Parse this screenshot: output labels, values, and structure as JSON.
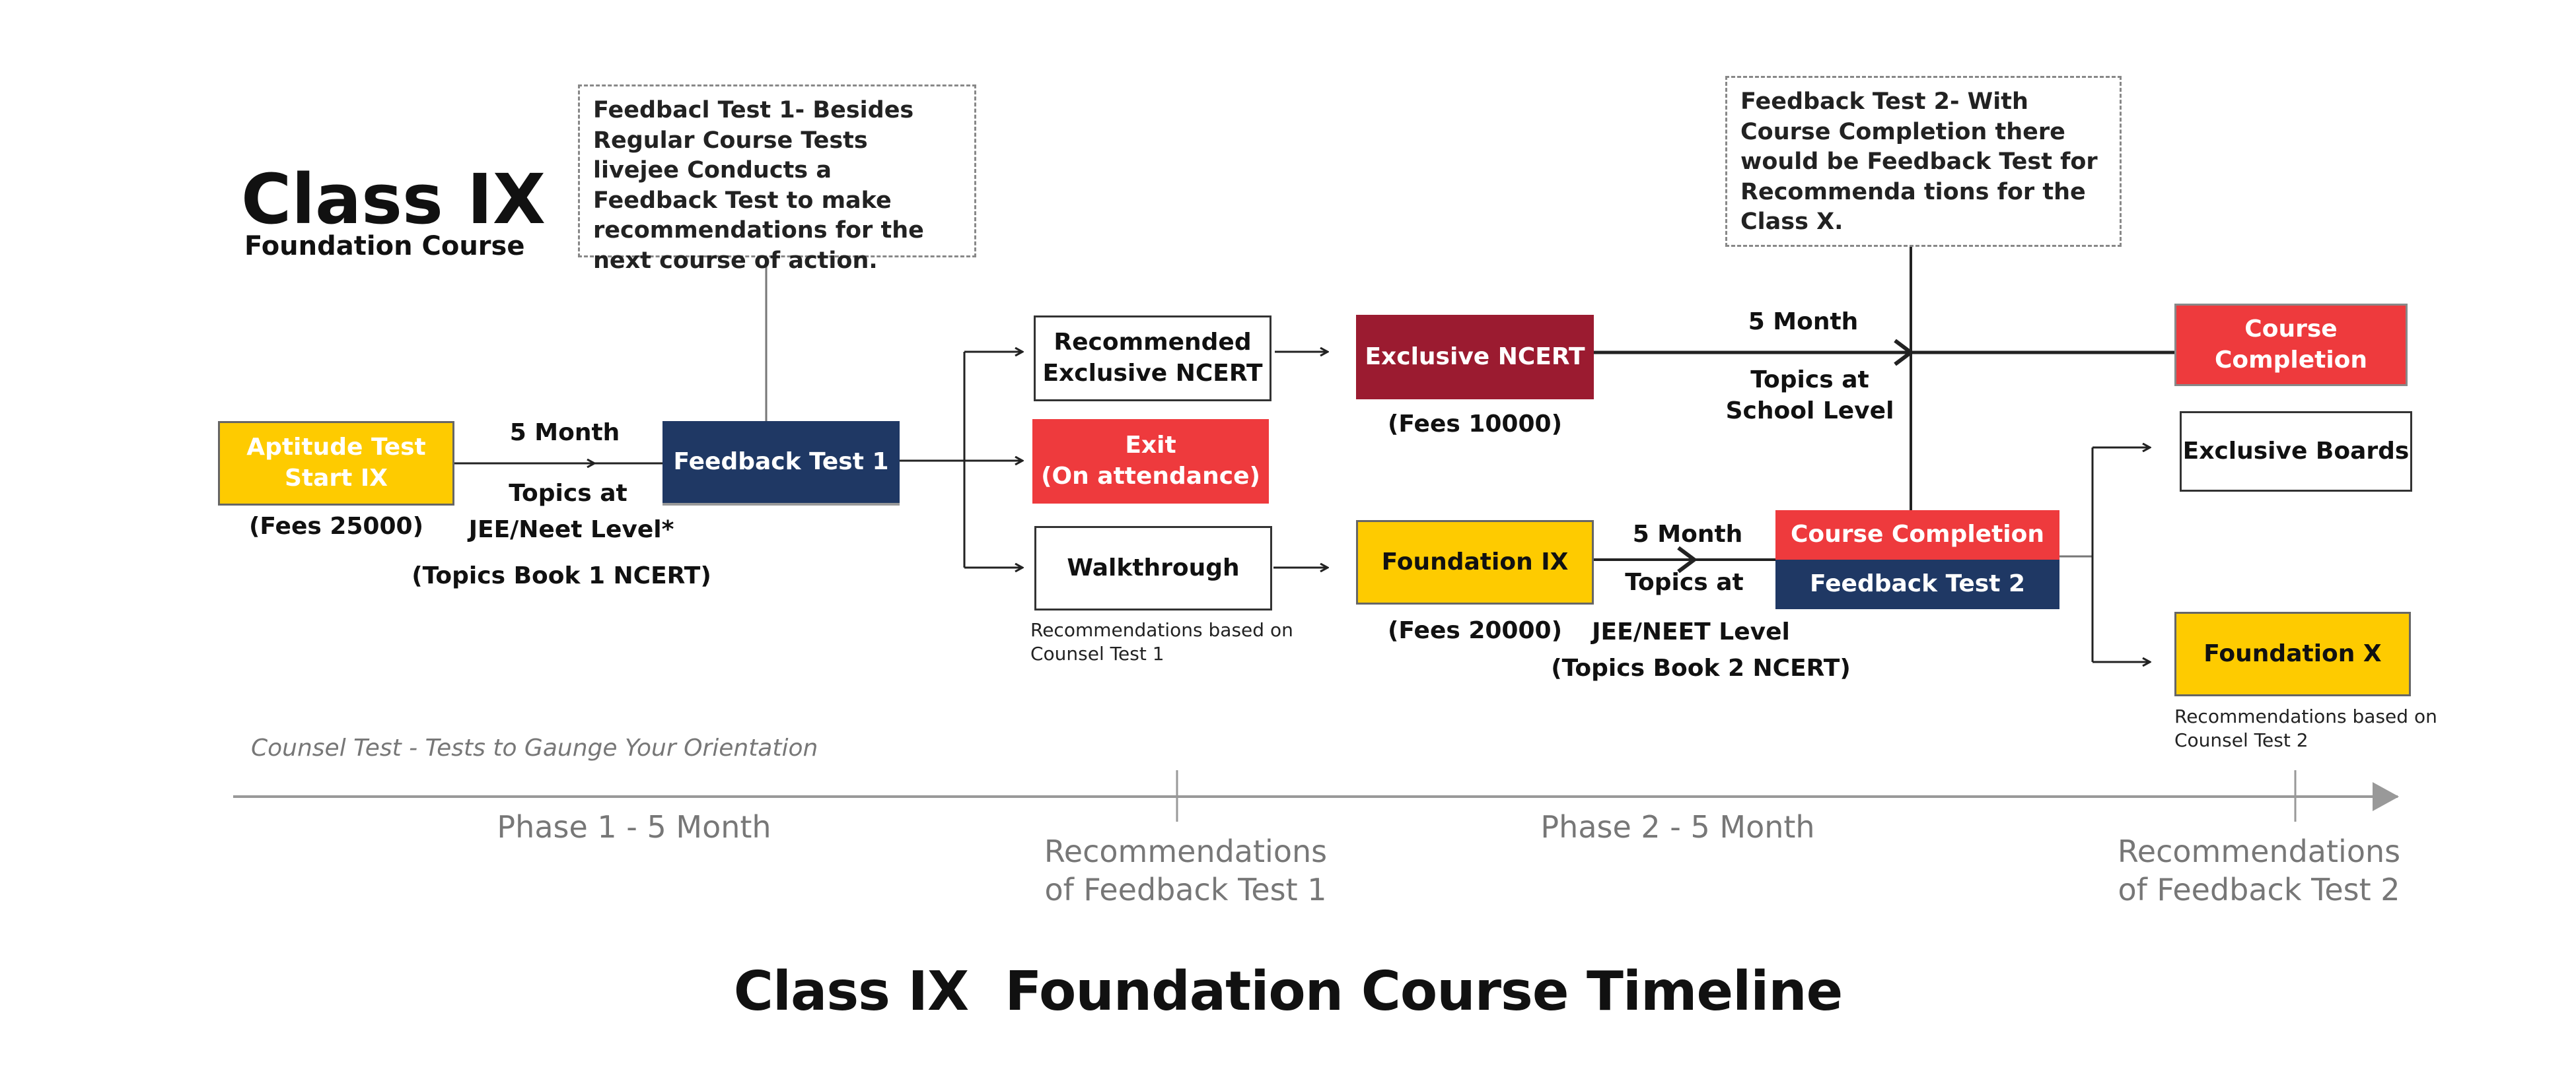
{
  "header": {
    "title": "Class IX",
    "subtitle": "Foundation Course"
  },
  "callouts": {
    "test1": "Feedbacl Test 1- Besides Regular Course Tests livejee Conducts a Feedback Test to make recommendations for the next course of action.",
    "test2": "Feedback Test 2- With Course Completion there would be Feedback Test for Recommenda tions for the  Class X."
  },
  "nodes": {
    "aptitude": {
      "line1": "Aptitude Test",
      "line2": "Start IX"
    },
    "feedback1": "Feedback Test 1",
    "rec_ncert": {
      "line1": "Recommended",
      "line2": "Exclusive NCERT"
    },
    "exit": {
      "line1": "Exit",
      "line2": "(On attendance)"
    },
    "walkthrough": "Walkthrough",
    "exclusive_ncert": "Exclusive NCERT",
    "foundation_ix": "Foundation IX",
    "course_completion_top": {
      "line1": "Course",
      "line2": "Completion"
    },
    "course_completion_mid": "Course Completion",
    "feedback2": "Feedback Test 2",
    "exclusive_boards": "Exclusive Boards",
    "foundation_x": "Foundation X"
  },
  "labels": {
    "fees_aptitude": "(Fees 25000)",
    "month1": "5 Month",
    "topics1_a": "Topics  at",
    "topics1_b": "JEE/Neet Level*",
    "topics1_c": "(Topics Book 1 NCERT)",
    "fees_ncert": "(Fees 10000)",
    "month_school": "5 Month",
    "topics_school_a": "Topics  at",
    "topics_school_b": "School Level",
    "fees_foundation": "(Fees 20000)",
    "month2": "5 Month",
    "topics2_a": "Topics  at",
    "topics2_b": "JEE/NEET Level",
    "topics2_c": "(Topics Book 2 NCERT)"
  },
  "notes": {
    "rec1": {
      "line1": "Recommendations based on",
      "line2": "Counsel Test 1"
    },
    "rec2": {
      "line1": "Recommendations based on",
      "line2": "Counsel Test 2"
    },
    "counsel": "Counsel Test - Tests to Gaunge Your Orientation"
  },
  "timeline": {
    "phase1": "Phase 1 - 5 Month",
    "phase2": "Phase 2 - 5 Month",
    "rec_fb1": {
      "line1": "Recommendations",
      "line2": "of Feedback Test 1"
    },
    "rec_fb2": {
      "line1": "Recommendations",
      "line2": "of Feedback Test 2"
    }
  },
  "footer": {
    "title": "Class IX  Foundation Course Timeline"
  },
  "colors": {
    "yellow": "#fecb00",
    "navy": "#1f3864",
    "red": "#ee3a3d",
    "maroon": "#9b1b30",
    "grey": "#888888"
  }
}
